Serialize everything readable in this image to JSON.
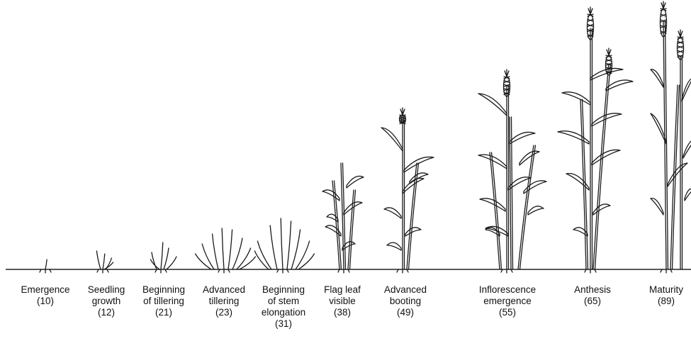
{
  "stages": [
    {
      "name": "Emergence",
      "code": "(10)"
    },
    {
      "name": "Seedling\ngrowth",
      "code": "(12)"
    },
    {
      "name": "Beginning\nof tillering",
      "code": "(21)"
    },
    {
      "name": "Advanced\ntillering",
      "code": "(23)"
    },
    {
      "name": "Beginning\nof stem\nelongation",
      "code": "(31)"
    },
    {
      "name": "Flag leaf\nvisible",
      "code": "(38)"
    },
    {
      "name": "Advanced\nbooting",
      "code": "(49)"
    },
    {
      "name": "Inflorescence\nemergence",
      "code": "(55)"
    },
    {
      "name": "Anthesis",
      "code": "(65)"
    },
    {
      "name": "Maturity",
      "code": "(89)"
    }
  ]
}
